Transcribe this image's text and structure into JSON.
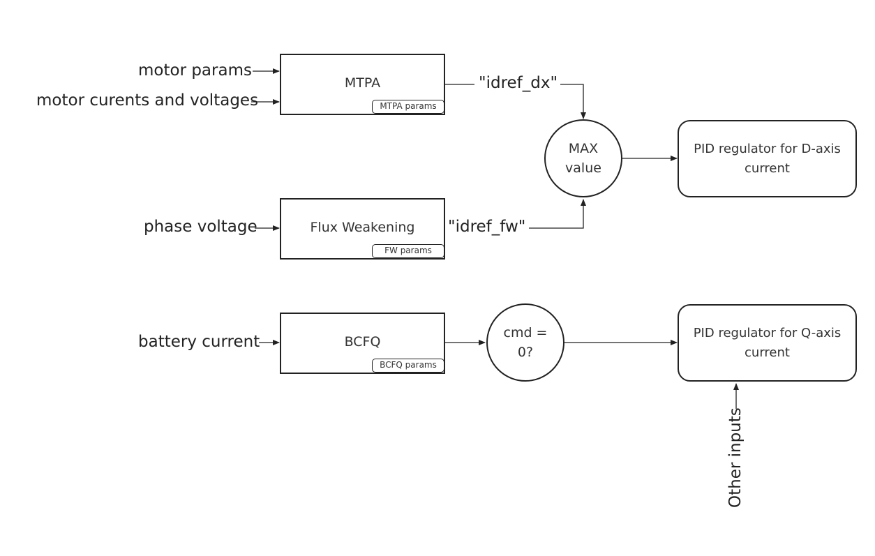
{
  "blocks": {
    "mtpa": {
      "label": "MTPA",
      "params": "MTPA params"
    },
    "flux": {
      "label": "Flux Weakening",
      "params": "FW params"
    },
    "bcfq": {
      "label": "BCFQ",
      "params": "BCFQ params"
    }
  },
  "decisions": {
    "max": {
      "label": "MAX\nvalue"
    },
    "cmd": {
      "label": "cmd =\n0?"
    }
  },
  "regulators": {
    "d": {
      "label": "PID regulator for D-axis\ncurrent"
    },
    "q": {
      "label": "PID regulator for Q-axis\ncurrent"
    }
  },
  "inputs": {
    "motor_params": "motor params",
    "motor_currents": "motor curents and voltages",
    "phase_voltage": "phase voltage",
    "battery_current": "battery current",
    "other_inputs": "Other inputs"
  },
  "signals": {
    "idref_dx": "\"idref_dx\"",
    "idref_fw": "\"idref_fw\""
  }
}
